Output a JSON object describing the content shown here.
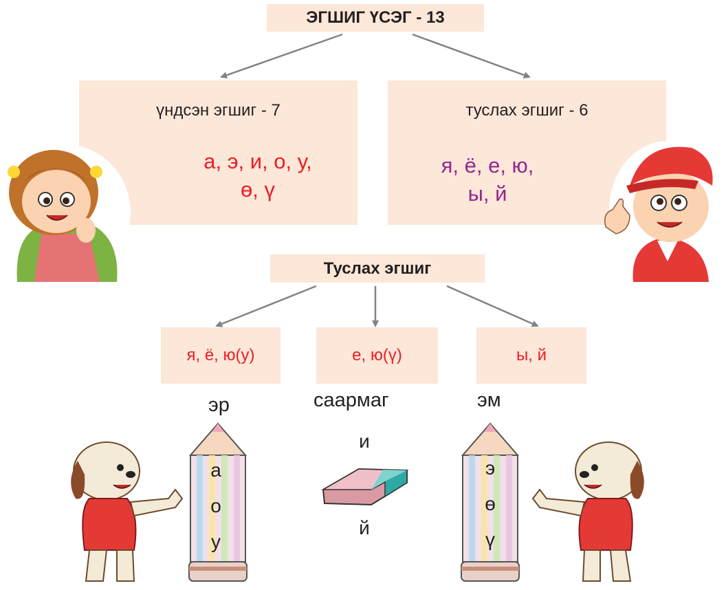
{
  "title": "ЭГШИГ ҮСЭГ - 13",
  "main_vowels": {
    "label": "үндсэн эгшиг - 7",
    "line1": "а, э, и, о, у,",
    "line2": "ө, ү"
  },
  "aux_vowels": {
    "label": "туслах эгшиг - 6",
    "line1": "я, ё, е, ю,",
    "line2": "ы, й"
  },
  "aux_title": "Туслах эгшиг",
  "groups": [
    {
      "label": "я, ё, ю(у)",
      "word": "эр",
      "letters": [
        "а",
        "о",
        "у"
      ]
    },
    {
      "label": "е, ю(ү)",
      "word": "саармаг",
      "letters": [
        "и",
        "й"
      ]
    },
    {
      "label": "ы, й",
      "word": "эм",
      "letters": [
        "э",
        "ө",
        "ү"
      ]
    }
  ],
  "colors": {
    "box_fill": "#fde7d8",
    "red_text": "#ed1c24",
    "purple_text": "#92278f",
    "arrow": "#808285"
  }
}
